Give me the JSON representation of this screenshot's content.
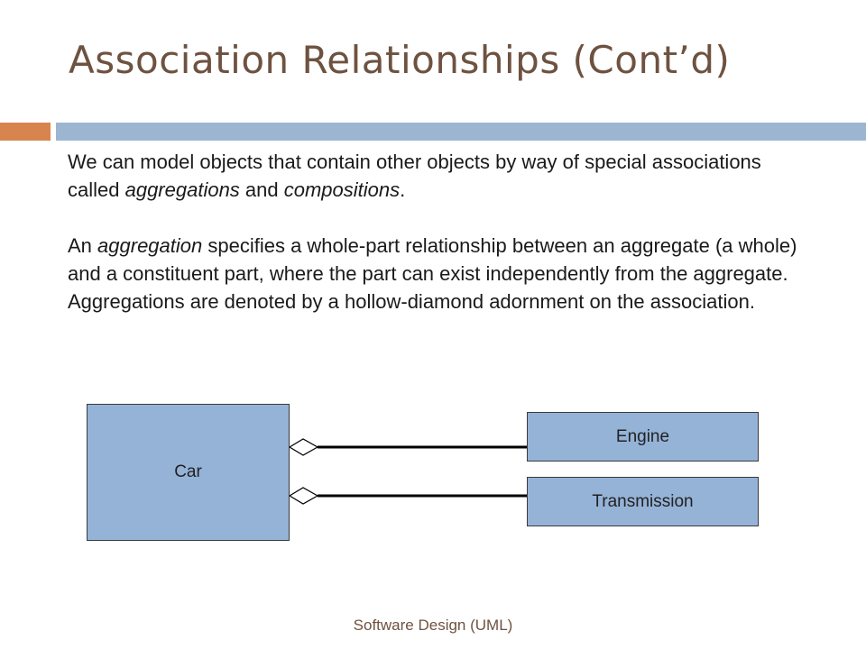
{
  "slide": {
    "title": "Association Relationships (Cont’d)",
    "paragraph1": {
      "text_1": "We can model objects that contain other objects by way of special associations called ",
      "em_1": "aggregations",
      "text_2": " and ",
      "em_2": "compositions",
      "text_3": "."
    },
    "paragraph2": {
      "text_1": "An ",
      "em_1": "aggregation",
      "text_2": " specifies a whole-part relationship between an aggregate (a whole) and a constituent part, where the part can exist independently from the aggregate. Aggregations are denoted by a hollow-diamond adornment on the association."
    },
    "footer": "Software Design (UML)"
  },
  "diagram": {
    "classes": {
      "car": "Car",
      "engine": "Engine",
      "transmission": "Transmission"
    },
    "associations": [
      {
        "whole": "Car",
        "part": "Engine",
        "adornment": "hollow-diamond"
      },
      {
        "whole": "Car",
        "part": "Transmission",
        "adornment": "hollow-diamond"
      }
    ]
  },
  "colors": {
    "title": "#6e5240",
    "accent_bar": "#d8844f",
    "main_bar": "#9cb6d2",
    "class_box_fill": "#95b3d7"
  }
}
